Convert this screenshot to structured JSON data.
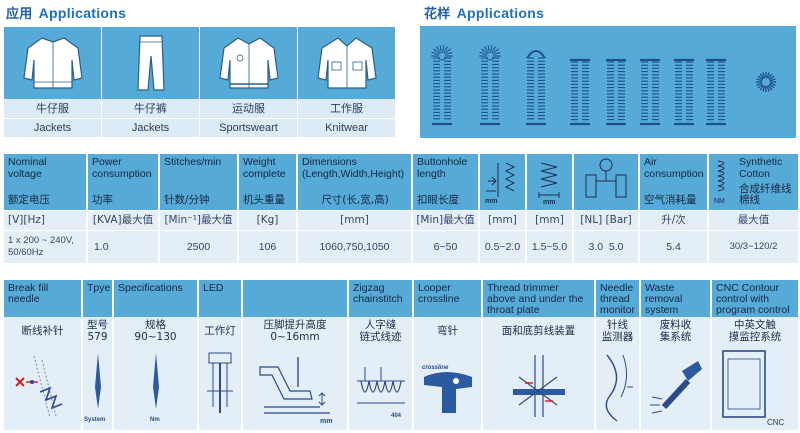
{
  "applications": {
    "title_cn": "应用",
    "title_en": "Applications",
    "items": [
      {
        "icon": "jacket-icon",
        "cn": "牛仔服",
        "en": "Jackets"
      },
      {
        "icon": "jeans-icon",
        "cn": "牛仔裤",
        "en": "Jackets"
      },
      {
        "icon": "sportswear-icon",
        "cn": "运动服",
        "en": "Sportsweart"
      },
      {
        "icon": "workwear-icon",
        "cn": "工作服",
        "en": "Knitwear"
      }
    ]
  },
  "patterns": {
    "title_cn": "花样",
    "title_en": "Applications",
    "shapes": [
      "eyelet",
      "eyelet",
      "round-end",
      "flat",
      "flat",
      "flat",
      "flat",
      "flat",
      "round"
    ]
  },
  "specs": {
    "columns": [
      {
        "en": "Nominal voltage",
        "cn": "额定电压",
        "unit": "[V][Hz]",
        "value": "1 x 200 ~ 240V, 50/60Hz"
      },
      {
        "en": "Power consumption",
        "cn": "功率",
        "unit": "[KVA]最大值",
        "value": "1.0"
      },
      {
        "en": "Stitches/min",
        "cn": "针数/分钟",
        "unit": "[Min⁻¹]最大值",
        "value": "2500"
      },
      {
        "en": "Weight complete",
        "cn": "机头重量",
        "unit": "[Kg]",
        "value": "106"
      },
      {
        "en": "Dimensions (Length,Width,Height)",
        "cn": "尺寸(长,宽,高)",
        "unit": "[mm]",
        "value": "1060,750,1050"
      },
      {
        "en": "Buttonhole length",
        "cn": "扣眼长度",
        "unit": "[Min]最大值",
        "value": "6~50"
      },
      {
        "en": "",
        "cn": "",
        "unit": "[mm]",
        "value": "0.5~2.0",
        "icon": "cutting-space-icon",
        "icon_label": "mm"
      },
      {
        "en": "",
        "cn": "",
        "unit": "[mm]",
        "value": "1.5~5.0",
        "icon": "stitch-width-icon",
        "icon_label": "mm"
      },
      {
        "en": "",
        "cn": "",
        "unit": "[NL] [Bar]",
        "value": "3.0  5.0",
        "icon": "air-regulator-icon"
      },
      {
        "en": "Air consumption",
        "cn": "空气消耗量",
        "unit": "升/次",
        "value": "5.4"
      },
      {
        "en": "Synthetic Cotton",
        "cn": "合成纤维线 棉线",
        "unit": "最大值",
        "value": "30/3~120/2",
        "icon": "thread-spring-icon",
        "icon_label": "NM"
      }
    ]
  },
  "features": [
    {
      "en": "Break fill needle",
      "cn": "断线补针",
      "icon": "break-fill-needle-icon"
    },
    {
      "en": "Tpye",
      "cn": "型号",
      "cn2": "579",
      "icon": "needle-system-icon",
      "icon_label": "System"
    },
    {
      "en": "Specifications",
      "cn": "规格",
      "cn2": "90~130",
      "icon": "needle-nm-icon",
      "icon_label": "Nm"
    },
    {
      "en": "LED",
      "cn": "工作灯",
      "icon": "led-lamp-icon"
    },
    {
      "en": "",
      "cn": "压脚提升高度",
      "cn2": "0~16mm",
      "icon": "presser-foot-icon",
      "icon_label": "mm"
    },
    {
      "en": "Zigzag chainstitch",
      "cn": "人字缝",
      "cn2": "链式线迹",
      "icon": "zigzag-chainstitch-icon",
      "icon_label": "404"
    },
    {
      "en": "Looper crossline",
      "cn": "弯针",
      "icon": "looper-icon",
      "icon_label": "crossline"
    },
    {
      "en": "Thread trimmer above and under the throat plate",
      "cn": "面和底剪线装置",
      "icon": "thread-trimmer-icon"
    },
    {
      "en": "Needle thread monitor",
      "cn": "针线",
      "cn2": "监测器",
      "icon": "thread-monitor-icon"
    },
    {
      "en": "Waste removal system",
      "cn": "废料收",
      "cn2": "集系统",
      "icon": "waste-removal-icon"
    },
    {
      "en": "CNC Contour control with program control",
      "cn": "中英文触",
      "cn2": "摸监控系统",
      "icon": "cnc-panel-icon",
      "icon_label": "CNC"
    }
  ],
  "colors": {
    "panel": "#56aad8",
    "cell": "#e4eef7",
    "title": "#1f6fc0"
  }
}
